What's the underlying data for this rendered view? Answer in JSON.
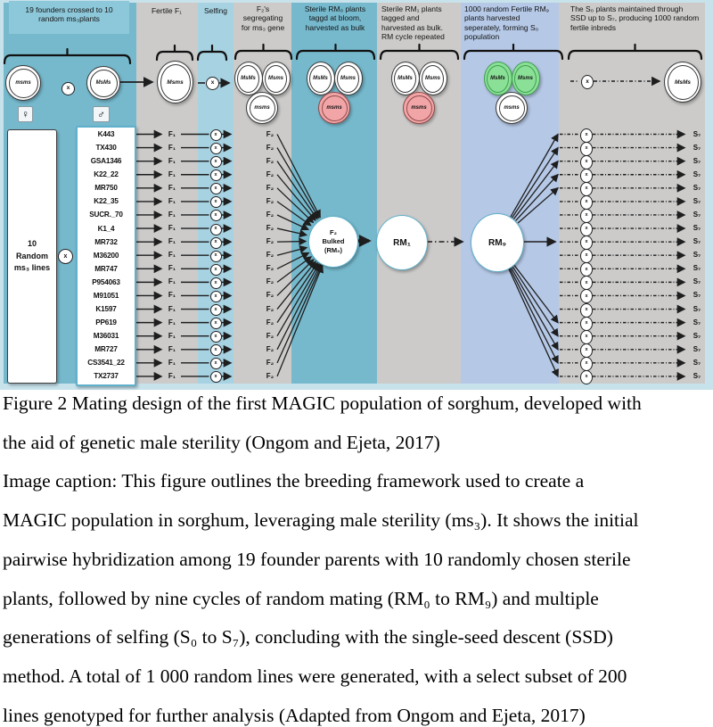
{
  "figure": {
    "column_headers": [
      "19 founders crossed to 10\nrandom ms₃plants",
      "Fertile F₁",
      "Selfing",
      "F₂'s\nsegregating\nfor ms₃ gene",
      "Sterile RM₀ plants\ntaggd at bloom,\nharvested as bulk",
      "Sterile  RM₁ plants\ntagged and\nharvested as bulk.\nRM  cycle repeated",
      "1000 random Fertile  RM₉\nplants harvested\nseperately, forming S₀\npopulation",
      "The S₀ plants maintained through\nSSD up to S₇, producing 1000 random\nfertile inbreds"
    ],
    "cross": {
      "female": "msms",
      "male": "MsMs",
      "symbol": "x",
      "female_sign": "♀",
      "male_sign": "♂"
    },
    "f1_label": "Msms",
    "genotypes": {
      "fertile_homozygous": "MsMs",
      "heterozygous": "Msms",
      "sterile": "msms"
    },
    "founder_box_label": "10\nRandom\nms₃  lines",
    "founders": [
      "K443",
      "TX430",
      "GSA1346",
      "K22_22",
      "MR750",
      "K22_35",
      "SUCR._70",
      "K1_4",
      "MR732",
      "M36200",
      "MR747",
      "P954063",
      "M91051",
      "K1597",
      "PP619",
      "M36031",
      "MR727",
      "CS3541_22",
      "TX2737"
    ],
    "row_labels": {
      "f1": "F₁",
      "f2": "F₂",
      "s7": "S₇",
      "self": "x"
    },
    "nodes": {
      "f2_bulk": "F₂\nBulked\n(RM₀)",
      "rm1": "RM₁",
      "rm9": "RM₉",
      "final": "MsMs"
    }
  },
  "caption": {
    "lines": [
      "Figure 2 Mating design of the first MAGIC population of sorghum, developed with",
      "the aid of genetic male sterility (Ongom and Ejeta, 2017)",
      "Image caption: This figure outlines the breeding framework used to create a",
      "MAGIC population in sorghum, leveraging male sterility (ms₃). It shows the initial",
      "pairwise hybridization among 19 founder parents with 10 randomly chosen sterile",
      "plants, followed by nine cycles of random mating (RM₀ to RM₉) and multiple",
      "generations of selfing (S₀ to S₇), concluding with the single-seed descent (SSD)",
      "method. A total of 1 000 random lines were generated, with a select subset of 200",
      "lines genotyped for further analysis (Adapted from Ongom and Ejeta, 2017)"
    ]
  },
  "colors": {
    "teal": "#76b9cd",
    "teal_light": "#8dc8da",
    "gray": "#cccbca",
    "selfing": "#a6d2e2",
    "periwinkle": "#b5c8e6",
    "frame": "#c8e2ec",
    "pink": "#f2a5a7",
    "pink_stroke": "#8f4a4a",
    "green": "#8be097",
    "green_stroke": "#3fa04f",
    "node_stroke": "#5fb0cb",
    "arrow": "#1e1e1e"
  }
}
